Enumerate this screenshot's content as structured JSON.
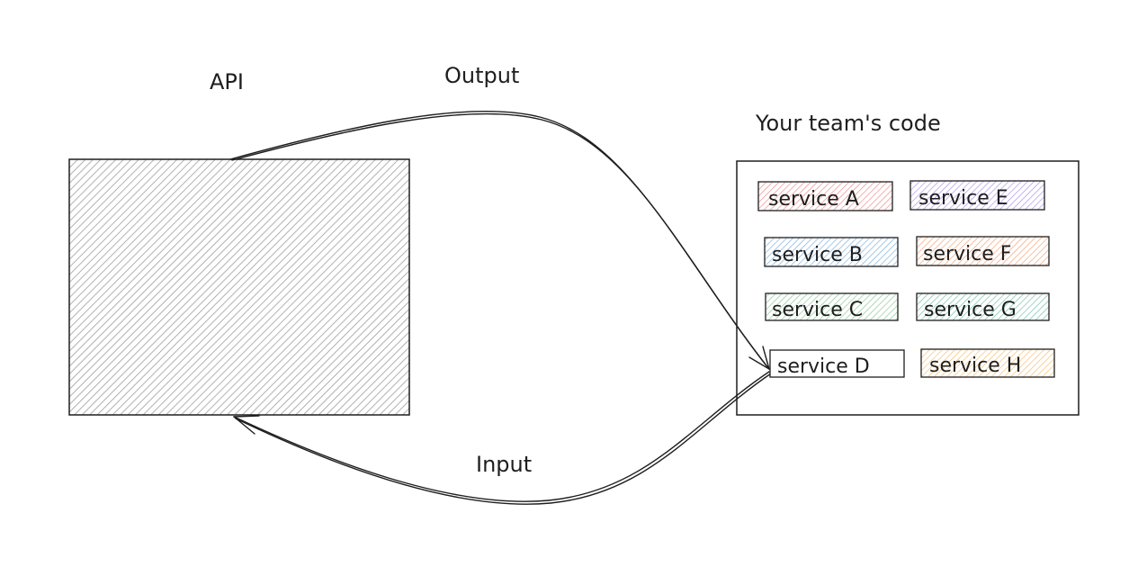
{
  "labels": {
    "api": "API",
    "output": "Output",
    "input": "Input",
    "team_code": "Your team's code"
  },
  "services": [
    {
      "id": "a",
      "label": "service A",
      "color": "#e03131"
    },
    {
      "id": "e",
      "label": "service E",
      "color": "#6741d9"
    },
    {
      "id": "b",
      "label": "service B",
      "color": "#1971c2"
    },
    {
      "id": "f",
      "label": "service F",
      "color": "#e8590c"
    },
    {
      "id": "c",
      "label": "service C",
      "color": "#2f9e44"
    },
    {
      "id": "g",
      "label": "service G",
      "color": "#099268"
    },
    {
      "id": "d",
      "label": "service D",
      "color": "#ffffff"
    },
    {
      "id": "h",
      "label": "service H",
      "color": "#f08c00"
    }
  ],
  "colors": {
    "stroke": "#1e1e1e",
    "api_fill": "#9e9e9e"
  }
}
